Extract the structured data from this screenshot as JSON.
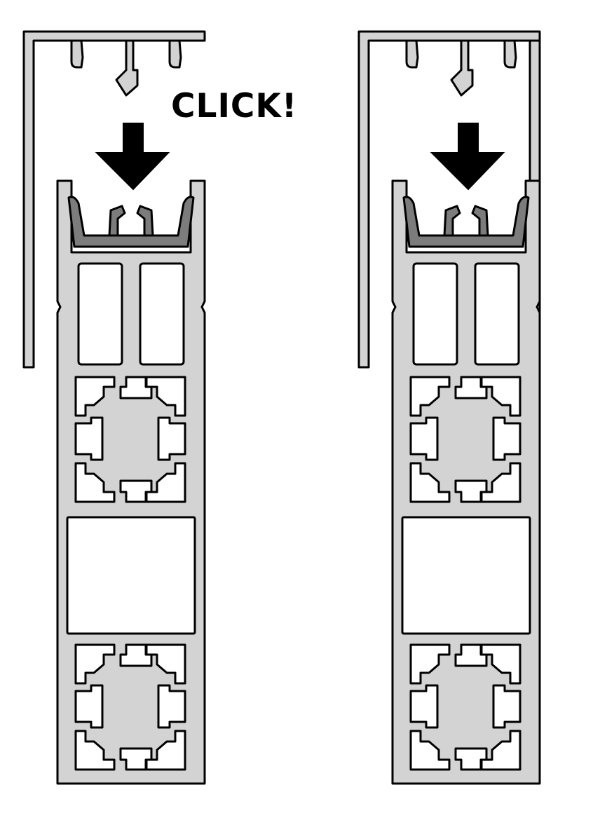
{
  "annotation": {
    "text": "CLICK!"
  },
  "assemblies": [
    {
      "name": "left",
      "state": "snapped"
    },
    {
      "name": "right",
      "state": "unsnapped"
    }
  ],
  "colors": {
    "profile_fill": "#d3d3d3",
    "clip_fill": "#7c7c7c",
    "outline": "#000000",
    "background": "#ffffff",
    "arrow": "#000000"
  }
}
